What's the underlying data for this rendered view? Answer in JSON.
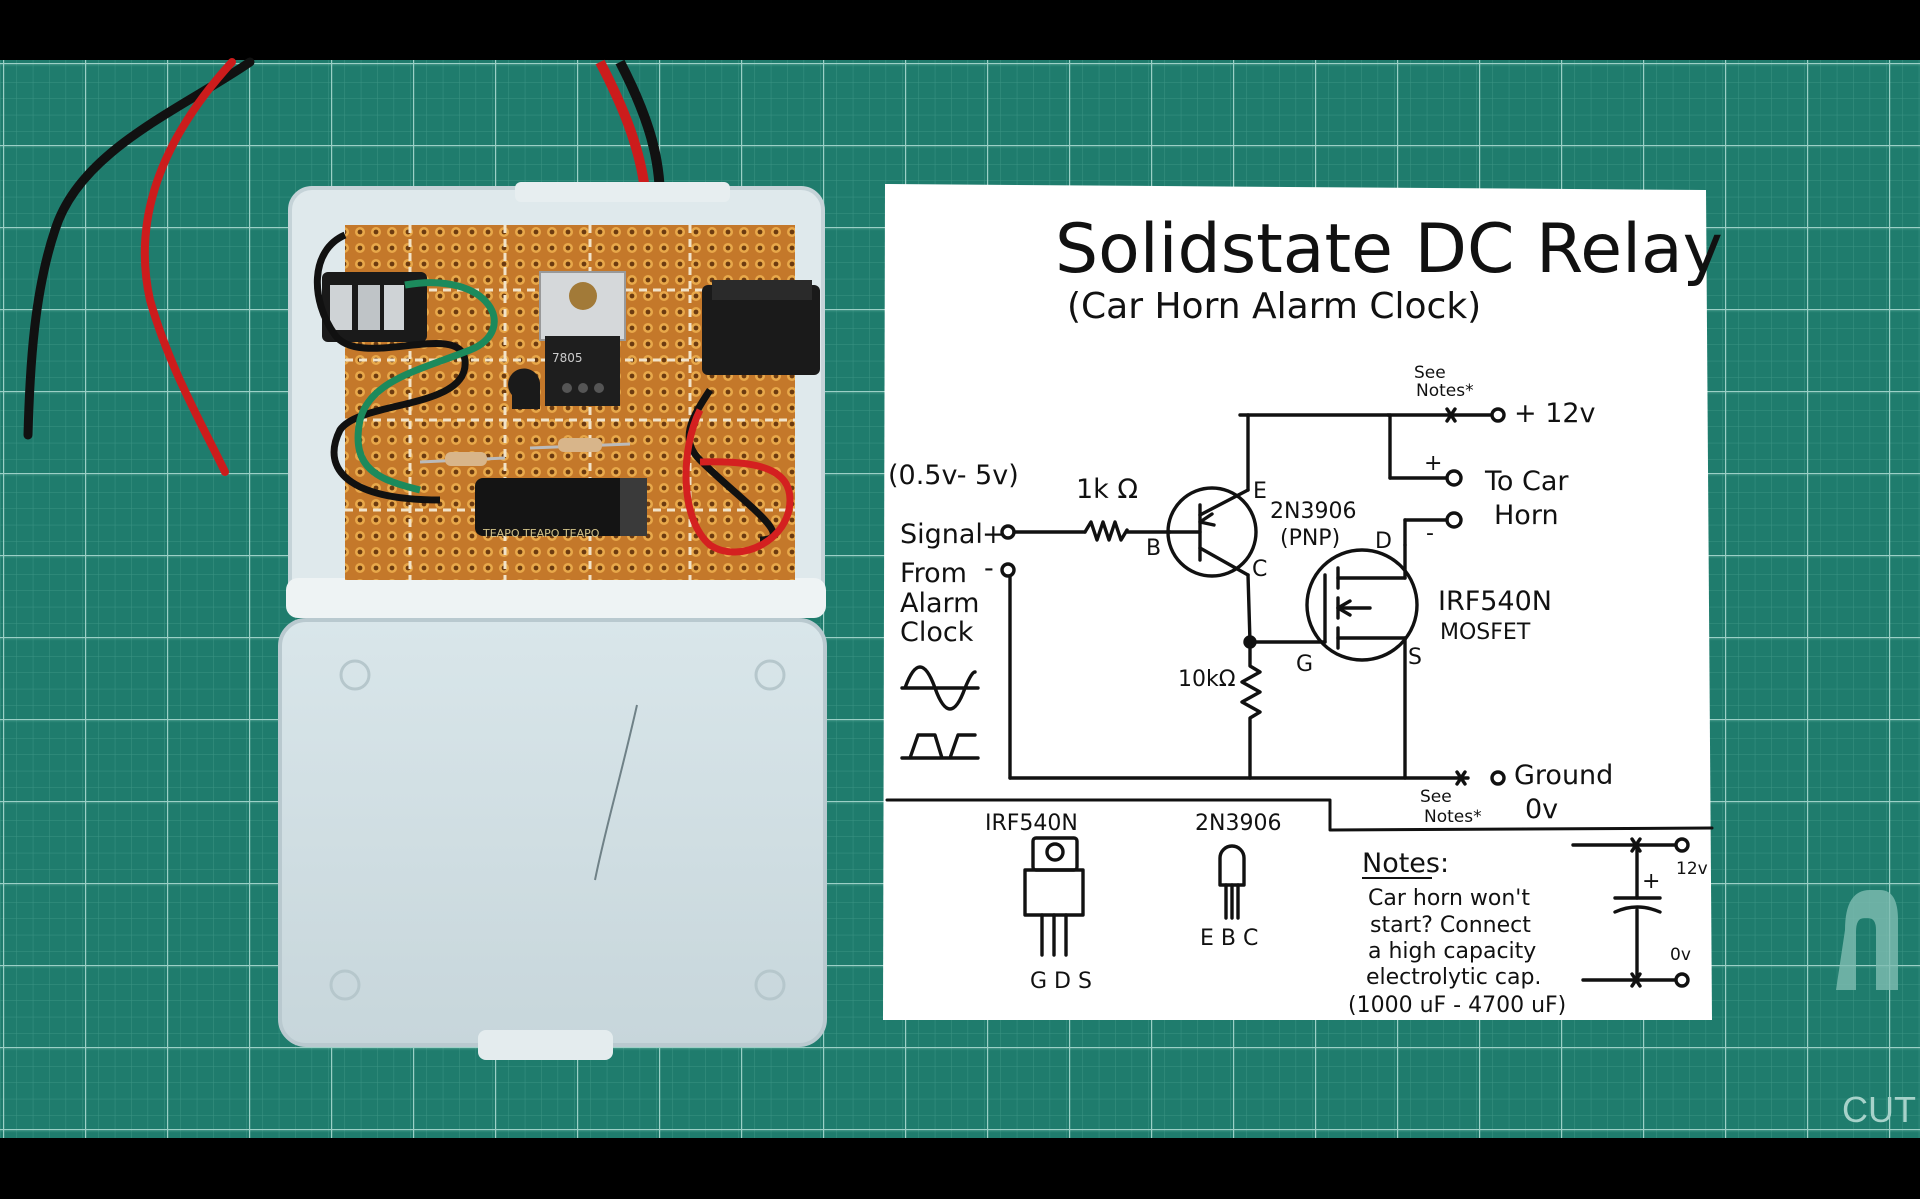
{
  "schematic": {
    "title": "Solidstate DC Relay",
    "subtitle": "(Car Horn Alarm Clock)",
    "input_range": "(0.5v- 5v)",
    "signal_label": "Signal",
    "from_label": "From",
    "alarm_label": "Alarm",
    "clock_label": "Clock",
    "plus": "+",
    "minus": "-",
    "resistor1": "1k Ω",
    "resistor2": "10kΩ",
    "transistor": "2N3906",
    "transistor_type": "(PNP)",
    "pin_e": "E",
    "pin_b": "B",
    "pin_c": "C",
    "pin_d": "D",
    "pin_g": "G",
    "pin_s": "S",
    "mosfet_name": "IRF540N",
    "mosfet_label": "MOSFET",
    "supply": "+ 12v",
    "see_notes_1": "See",
    "see_notes_2": "Notes*",
    "horn_plus": "+",
    "horn_minus": "-",
    "to_car": "To Car",
    "horn": "Horn",
    "ground": "Ground",
    "zero_v": "0v"
  },
  "pinouts": {
    "mosfet_title": "IRF540N",
    "mosfet_pins": "G D S",
    "bjt_title": "2N3906",
    "bjt_pins": "E B C"
  },
  "notes": {
    "heading": "Notes:",
    "line1": "Car horn won't",
    "line2": "start? Connect",
    "line3": "a high capacity",
    "line4": "electrolytic cap.",
    "line5": "(1000 uF - 4700 uF)",
    "cap_top": "12v",
    "cap_bottom": "0v",
    "cap_plus": "+"
  },
  "board": {
    "regulator_marking": "7805",
    "capacitor_marking": "TEAPO TEAPO TEAPO"
  },
  "mat": {
    "brand_fragment": "CUT"
  },
  "colors": {
    "mat": "#1f7c6d",
    "grid": "#8fc7bd",
    "paper": "#ffffff",
    "pcb": "#c4782a",
    "wire_red": "#d42020",
    "wire_green": "#1c8a5c"
  }
}
